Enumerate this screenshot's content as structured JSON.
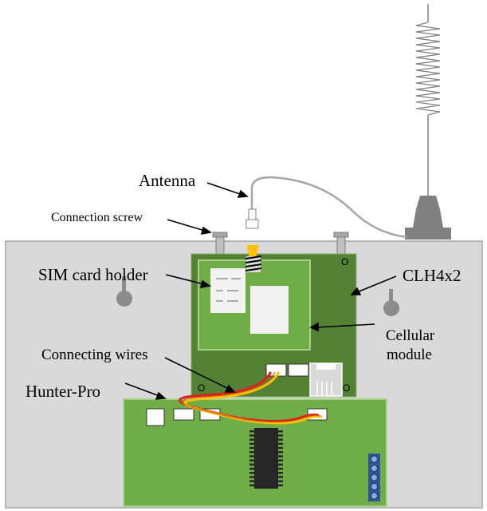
{
  "labels": {
    "antenna": "Antenna",
    "connection_screw": "Connection screw",
    "sim_card_holder": "SIM card holder",
    "clh4x2": "CLH4x2",
    "cellular_module_line1": "Cellular",
    "cellular_module_line2": "module",
    "connecting_wires": "Connecting wires",
    "hunter_pro": "Hunter-Pro"
  },
  "colors": {
    "enclosure": "#d9d9d9",
    "enclosure_border": "#a6a6a6",
    "clh_board": "#548235",
    "cellular_module": "#70ad47",
    "hunter_board": "#70ad47",
    "hunter_board_border": "#a9d18e",
    "wire_red": "#e02020",
    "wire_yellow": "#ffc000",
    "antenna_base": "#808080",
    "terminal_blue": "#2e5597",
    "chip": "#262626"
  }
}
